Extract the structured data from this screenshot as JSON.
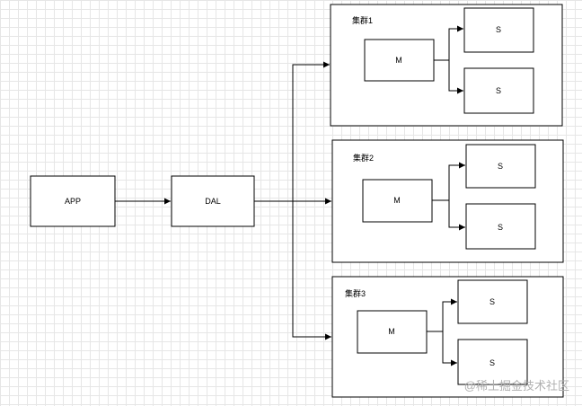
{
  "app_label": "APP",
  "dal_label": "DAL",
  "clusters": [
    {
      "name": "集群1",
      "master": "M",
      "slaves": [
        "S",
        "S"
      ]
    },
    {
      "name": "集群2",
      "master": "M",
      "slaves": [
        "S",
        "S"
      ]
    },
    {
      "name": "集群3",
      "master": "M",
      "slaves": [
        "S",
        "S"
      ]
    }
  ],
  "watermark": "@稀土掘金技术社区",
  "colors": {
    "stroke": "#000000",
    "grid": "#e6e6e6",
    "watermark": "#b0b0b0"
  }
}
